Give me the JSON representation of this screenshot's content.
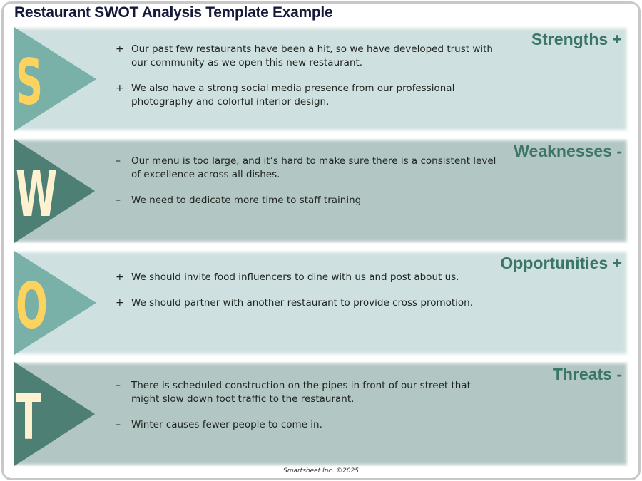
{
  "title": "Restaurant SWOT Analysis Template Example",
  "colors": {
    "title": "#14193a",
    "heading": "#3a7565",
    "light_panel": "#cee1e0",
    "dark_panel": "#b2c7c3",
    "light_triangle": "#79b1a9",
    "dark_triangle": "#4e7f74",
    "yellow_letter": "#fbd35e",
    "cream_letter": "#fdf1cf"
  },
  "sections": [
    {
      "letter": "S",
      "heading": "Strengths +",
      "items": [
        {
          "bullet": "+",
          "text": "Our past few restaurants have been a hit, so we have developed trust with our community as we open this new restaurant."
        },
        {
          "bullet": "+",
          "text": "We also have a strong social media presence from our professional photography and colorful interior design."
        }
      ]
    },
    {
      "letter": "W",
      "heading": "Weaknesses -",
      "items": [
        {
          "bullet": "–",
          "text": "Our menu is too large, and it’s hard to make sure there is a consistent level of excellence across all dishes."
        },
        {
          "bullet": "–",
          "text": "We need to dedicate more time to staff training"
        }
      ]
    },
    {
      "letter": "O",
      "heading": "Opportunities +",
      "items": [
        {
          "bullet": "+",
          "text": "We should invite food influencers to dine with us and post about us."
        },
        {
          "bullet": "+",
          "text": "We should partner with another restaurant to provide cross promotion."
        }
      ]
    },
    {
      "letter": "T",
      "heading": "Threats -",
      "items": [
        {
          "bullet": "–",
          "text": "There is scheduled construction on the pipes in front of our street that might slow down foot traffic to the restaurant."
        },
        {
          "bullet": "–",
          "text": "Winter causes fewer people to come in."
        }
      ]
    }
  ],
  "footer": "Smartsheet Inc. ©2025"
}
